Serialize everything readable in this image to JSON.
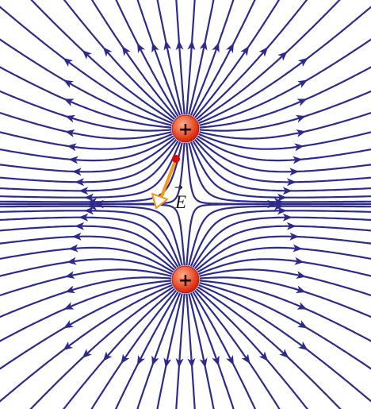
{
  "diagram": {
    "colors": {
      "field_line": "#2e2a8c",
      "charge_fill_center": "#ffb08a",
      "charge_fill_edge": "#d81e00",
      "vector": "#f39a1e",
      "test_point": "#e00000"
    },
    "charges": [
      {
        "sign": "+",
        "name": "upper-positive-charge"
      },
      {
        "sign": "+",
        "name": "lower-positive-charge"
      }
    ],
    "vector_label": "E",
    "vector_arrow_glyph": "→",
    "icons": {
      "charge": "plus-circle-icon",
      "field_arrow": "arrowhead-icon"
    }
  }
}
